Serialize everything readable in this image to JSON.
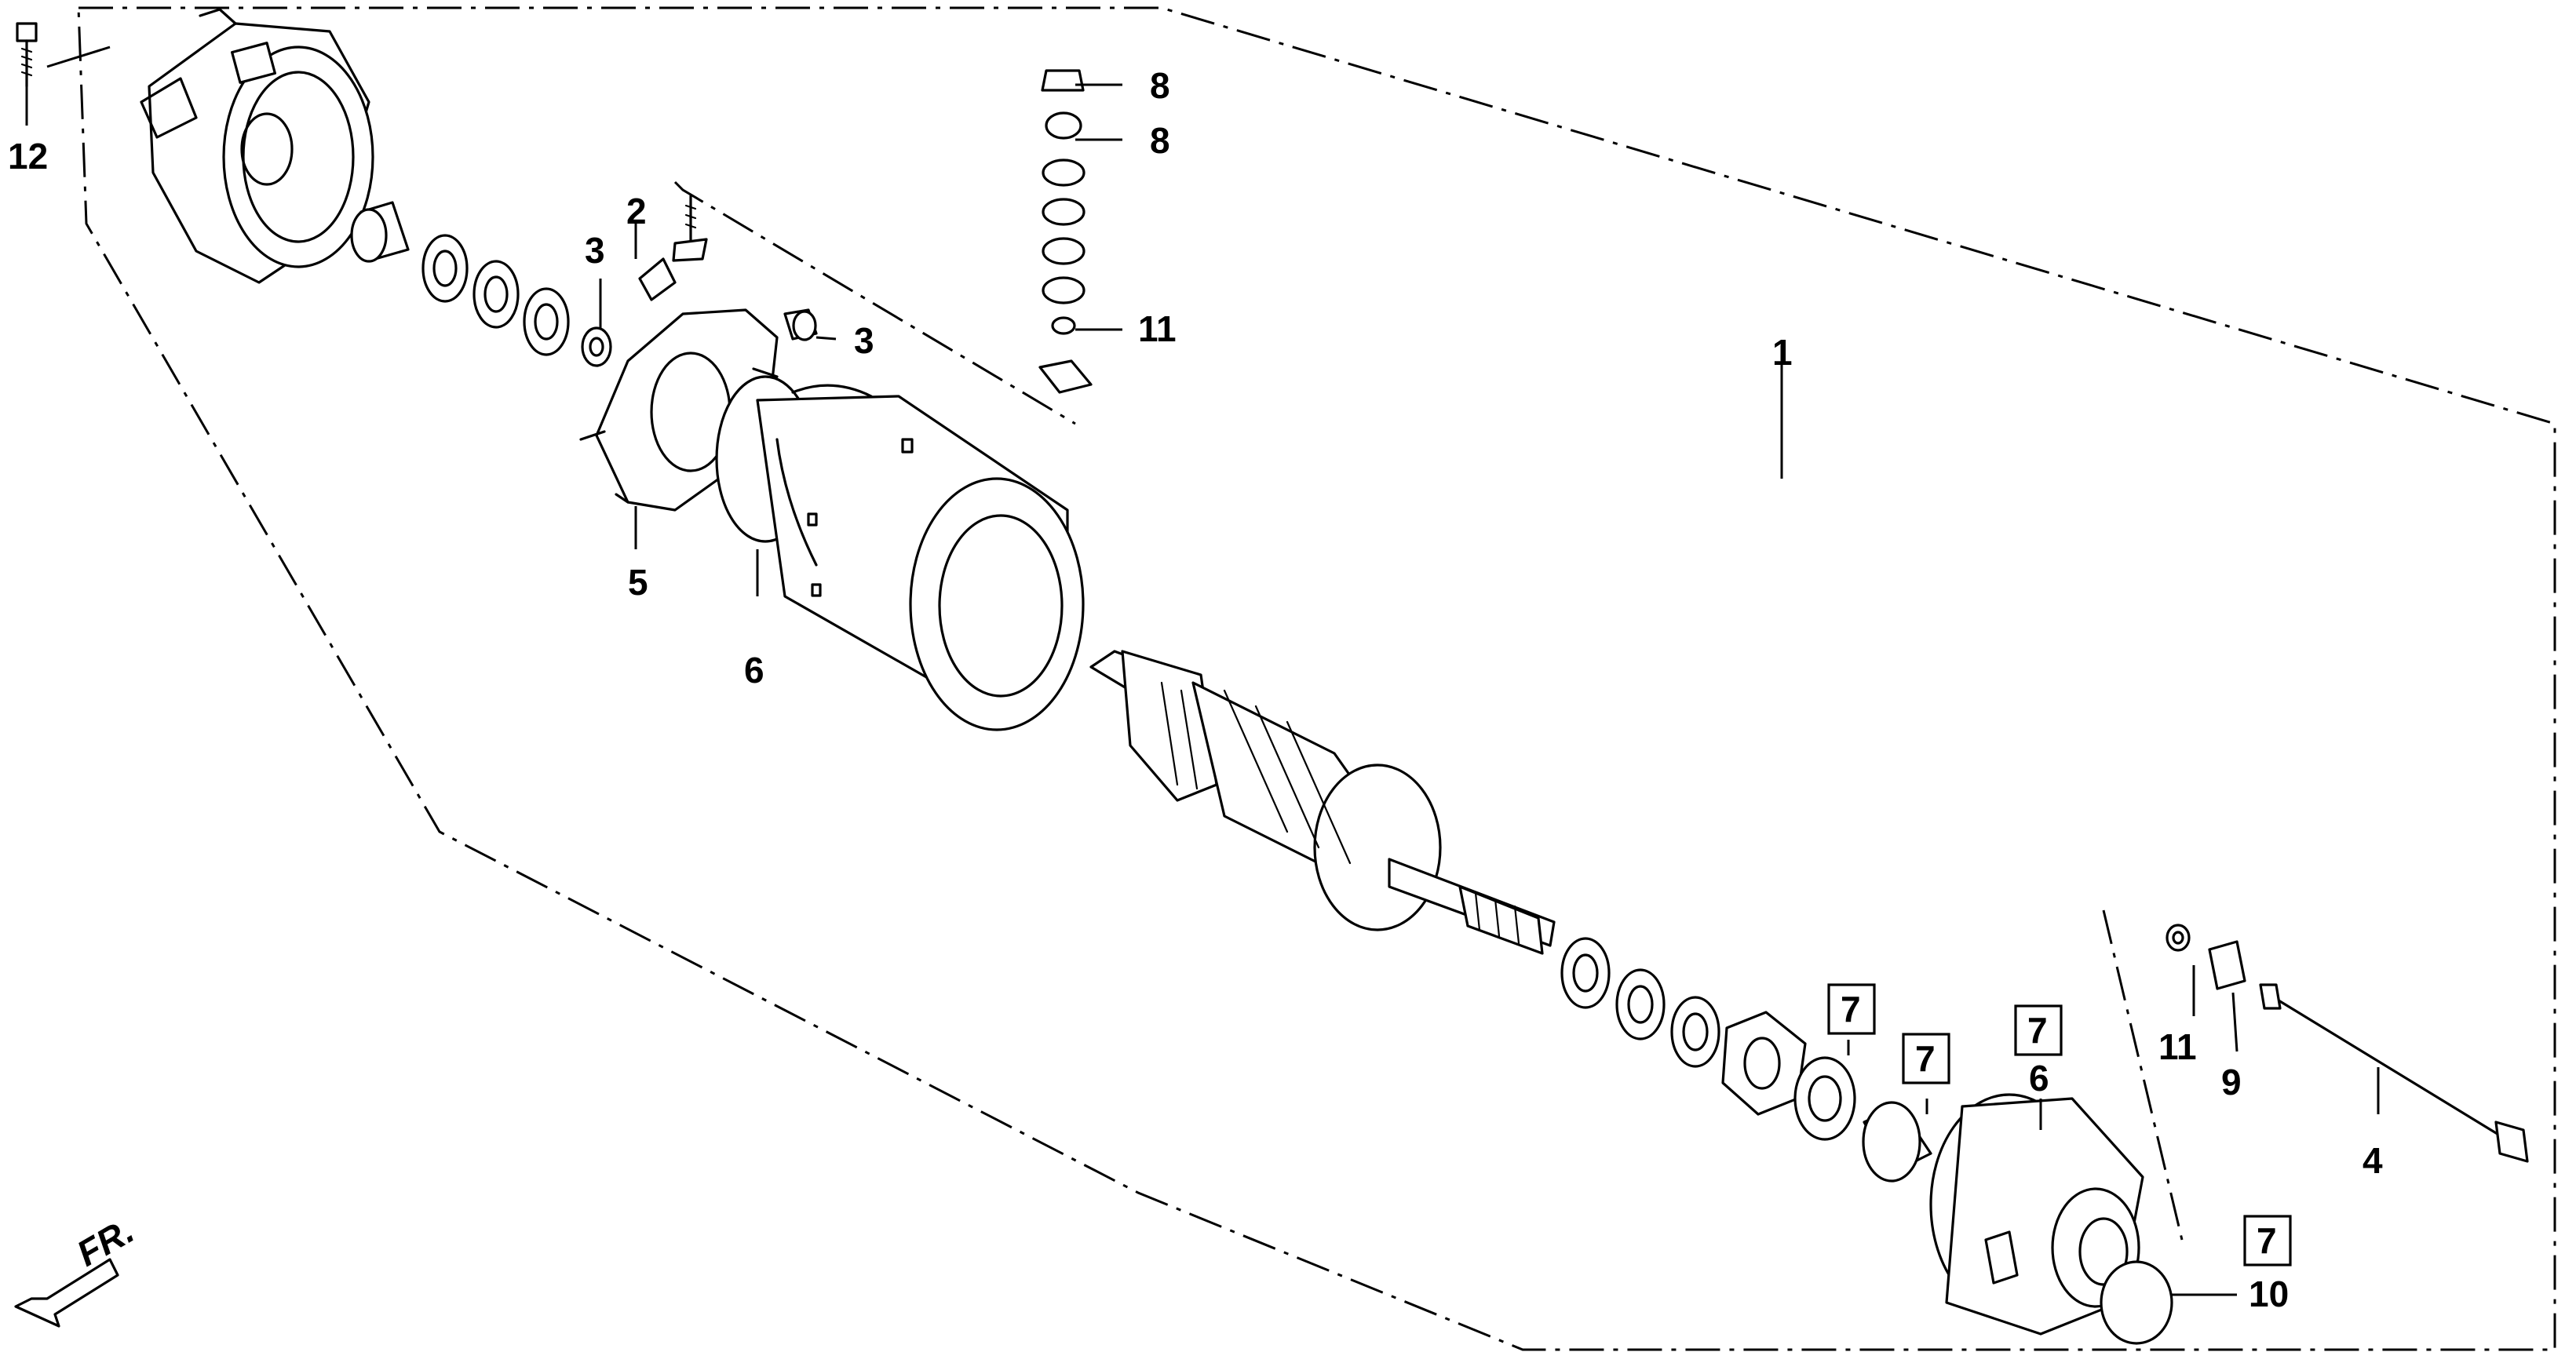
{
  "labels": {
    "p1": "1",
    "p2": "2",
    "p3a": "3",
    "p3b": "3",
    "p4": "4",
    "p5": "5",
    "p6a": "6",
    "p6b": "6",
    "p7a": "7",
    "p7b": "7",
    "p7c": "7",
    "p7d": "7",
    "p8a": "8",
    "p8b": "8",
    "p9": "9",
    "p10": "10",
    "p11a": "11",
    "p11b": "11",
    "p12": "12"
  },
  "direction": {
    "text": "FR."
  }
}
